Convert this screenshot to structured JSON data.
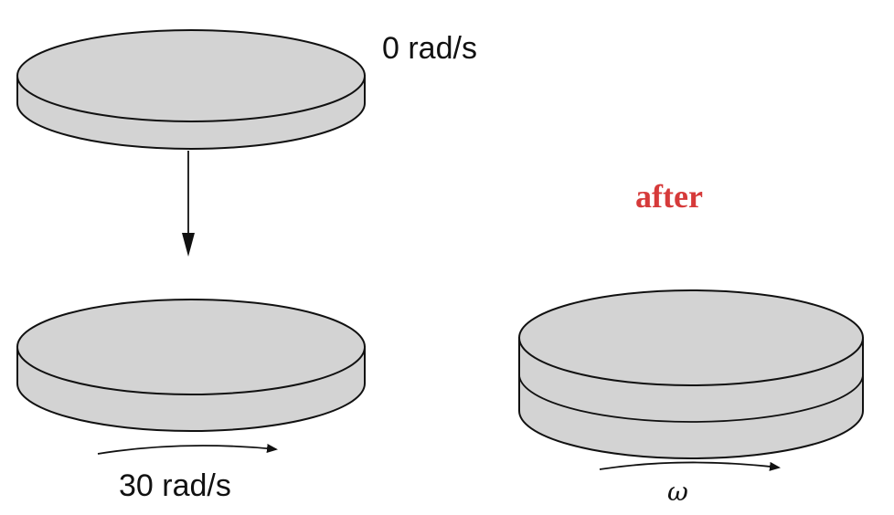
{
  "labels": {
    "top_disk_speed": "0 rad/s",
    "bottom_disk_speed": "30 rad/s",
    "after_title": "after",
    "final_speed": "ω"
  },
  "colors": {
    "disk_fill": "#d3d3d3",
    "outline": "#111111",
    "after_title": "#d63a3a"
  },
  "icons": {
    "drop_arrow": "arrow-down-icon",
    "rotation_arrow": "curved-arrow-right-icon"
  }
}
